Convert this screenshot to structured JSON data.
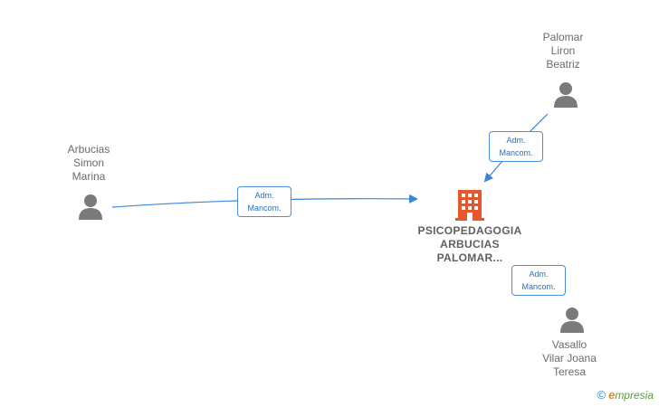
{
  "nodes": {
    "arbucias": {
      "lines": [
        "Arbucias",
        "Simon",
        "Marina"
      ]
    },
    "palomar": {
      "lines": [
        "Palomar",
        "Liron",
        "Beatriz"
      ]
    },
    "vasallo": {
      "lines": [
        "Vasallo",
        "Vilar Joana",
        "Teresa"
      ]
    },
    "company": {
      "lines": [
        "PSICOPEDAGOGIA",
        "ARBUCIAS",
        "PALOMAR..."
      ]
    }
  },
  "edges": {
    "arbucias_company": {
      "line1": "Adm.",
      "line2": "Mancom."
    },
    "palomar_company": {
      "line1": "Adm.",
      "line2": "Mancom."
    },
    "vasallo_company": {
      "line1": "Adm.",
      "line2": "Mancom."
    }
  },
  "brand": {
    "symbol": "©",
    "initial": "e",
    "rest": "mpresia"
  },
  "colors": {
    "person_icon": "#7a7a7a",
    "company_icon": "#e8572c",
    "edge_line": "#3a86d6",
    "edge_label_border": "#4a90d9",
    "edge_label_text": "#2a6fc0"
  }
}
